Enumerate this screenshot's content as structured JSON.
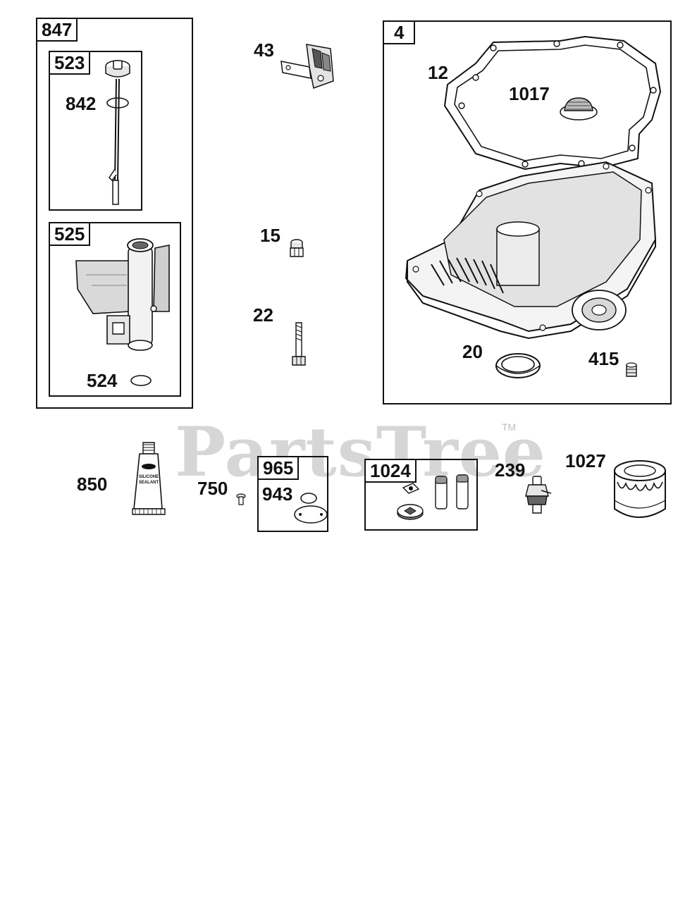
{
  "diagram": {
    "kit_847": {
      "label": "847"
    },
    "kit_523": {
      "label": "523"
    },
    "part_842": {
      "label": "842"
    },
    "kit_525": {
      "label": "525"
    },
    "part_524": {
      "label": "524"
    },
    "part_43": {
      "label": "43"
    },
    "part_15": {
      "label": "15"
    },
    "part_22": {
      "label": "22"
    },
    "kit_4": {
      "label": "4"
    },
    "part_12": {
      "label": "12"
    },
    "part_1017": {
      "label": "1017"
    },
    "part_20": {
      "label": "20"
    },
    "part_415": {
      "label": "415"
    },
    "part_850": {
      "label": "850",
      "tube_text": [
        "SILICONE",
        "SEALANT"
      ]
    },
    "part_750": {
      "label": "750"
    },
    "kit_965": {
      "label": "965"
    },
    "part_943": {
      "label": "943"
    },
    "kit_1024": {
      "label": "1024"
    },
    "part_239": {
      "label": "239"
    },
    "part_1027": {
      "label": "1027"
    }
  },
  "watermark": {
    "text": "PartsTree",
    "tm": "TM"
  }
}
